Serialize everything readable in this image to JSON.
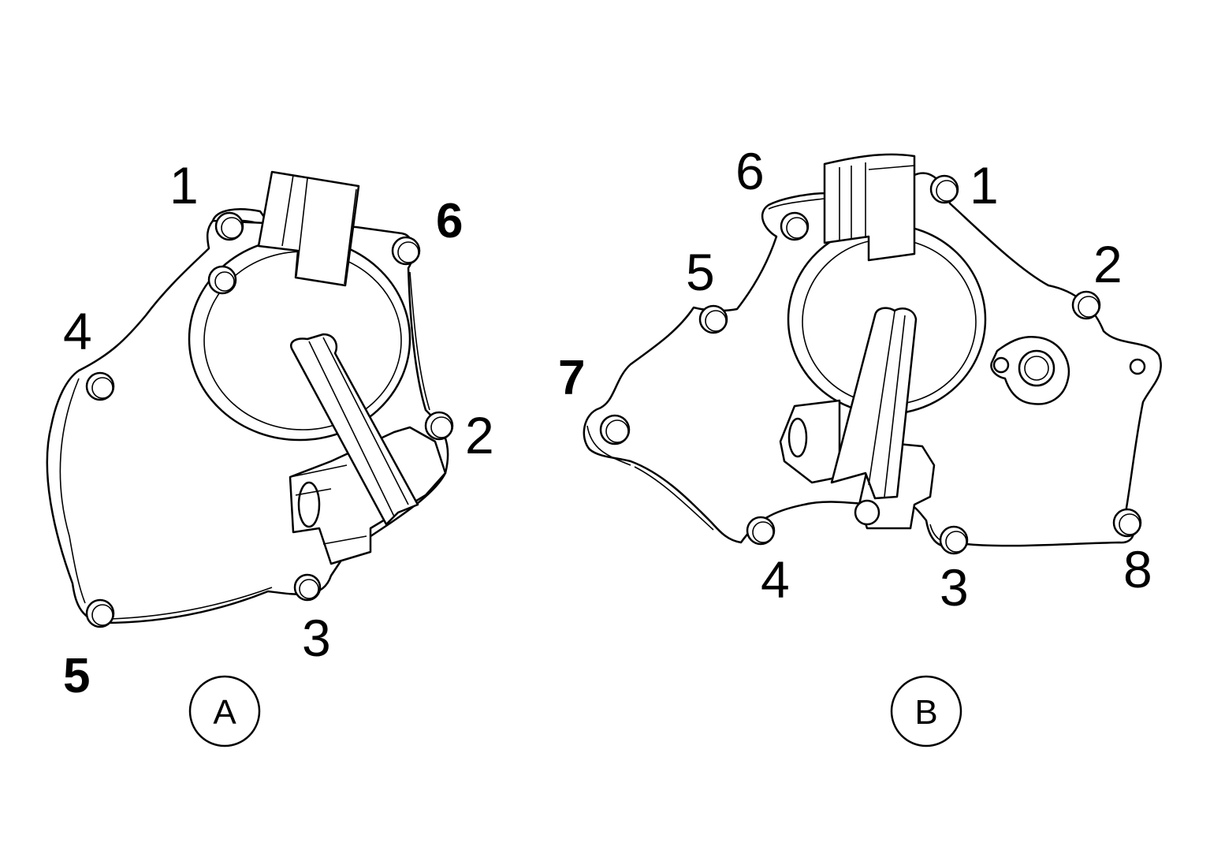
{
  "figure_a": {
    "badge": "A",
    "labels": {
      "l1": "1",
      "l2": "2",
      "l3": "3",
      "l4": "4",
      "l5": "5",
      "l6": "6"
    }
  },
  "figure_b": {
    "badge": "B",
    "labels": {
      "l1": "1",
      "l2": "2",
      "l3": "3",
      "l4": "4",
      "l5": "5",
      "l6": "6",
      "l7": "7",
      "l8": "8"
    }
  },
  "colors": {
    "ink": "#000000",
    "paper": "#ffffff"
  }
}
